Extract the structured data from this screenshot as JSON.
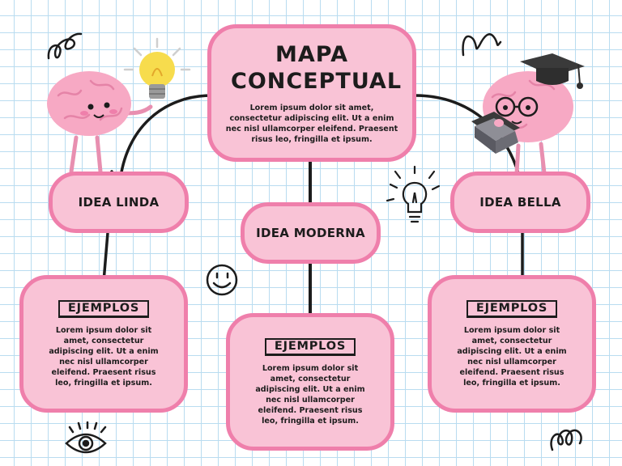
{
  "title": "MAPA CONCEPTUAL",
  "main_text": "Lorem ipsum dolor sit amet, consectetur adipiscing elit. Ut a enim nec nisl ullamcorper eleifend. Praesent risus leo, fringilla et ipsum.",
  "ideas": {
    "left": "IDEA LINDA",
    "center": "IDEA MODERNA",
    "right": "IDEA BELLA"
  },
  "examples": {
    "left": {
      "label": "EJEMPLOS",
      "text": "Lorem ipsum dolor sit amet, consectetur adipiscing elit. Ut a enim nec nisl ullamcorper eleifend. Praesent risus leo, fringilla et ipsum."
    },
    "center": {
      "label": "EJEMPLOS",
      "text": "Lorem ipsum dolor sit amet, consectetur adipiscing elit. Ut a enim nec nisl ullamcorper eleifend. Praesent risus leo, fringilla et ipsum."
    },
    "right": {
      "label": "EJEMPLOS",
      "text": "Lorem ipsum dolor sit amet, consectetur adipiscing elit. Ut a enim nec nisl ullamcorper eleifend. Praesent risus leo, fringilla et ipsum."
    }
  },
  "colors": {
    "box_fill": "#f9c3d6",
    "box_border": "#ef7fab",
    "grid_line": "#b9dcf0",
    "brain_pink": "#f7a9c4",
    "bulb_yellow": "#f7dc4d",
    "ink": "#1c1c1c"
  },
  "decorations": [
    "squiggle-icon",
    "light-bulb-icon",
    "brain-mascot-icon",
    "graduation-cap-icon",
    "book-icon",
    "smiley-icon",
    "eye-icon",
    "idea-bulb-doodle-icon"
  ]
}
